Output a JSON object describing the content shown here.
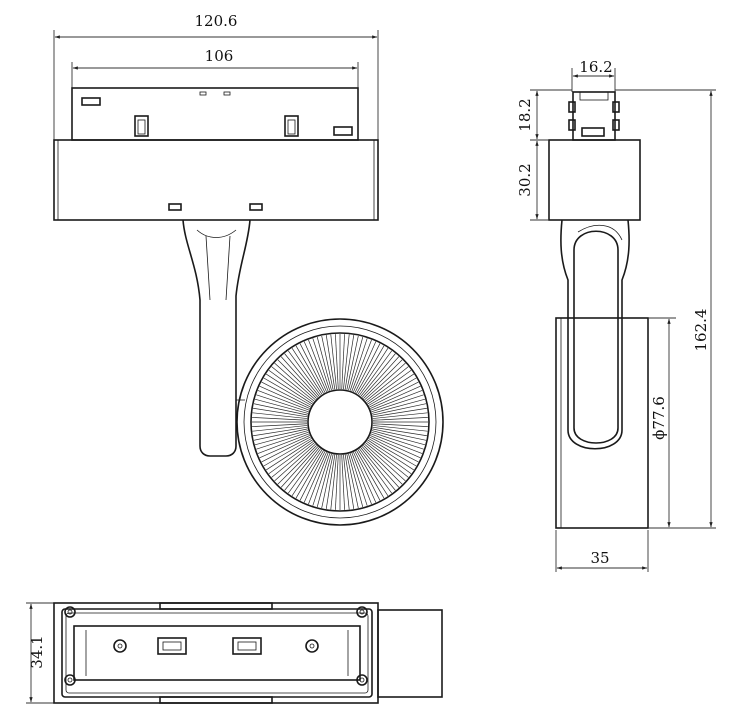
{
  "dimensions": {
    "front_total_width": "120.6",
    "front_rail_width": "106",
    "side_top_width": "16.2",
    "side_height_top": "18.2",
    "side_height_adapter": "30.2",
    "side_total_height": "162.4",
    "side_diameter": "ϕ77.6",
    "side_depth": "35",
    "bottom_height": "34.1"
  }
}
